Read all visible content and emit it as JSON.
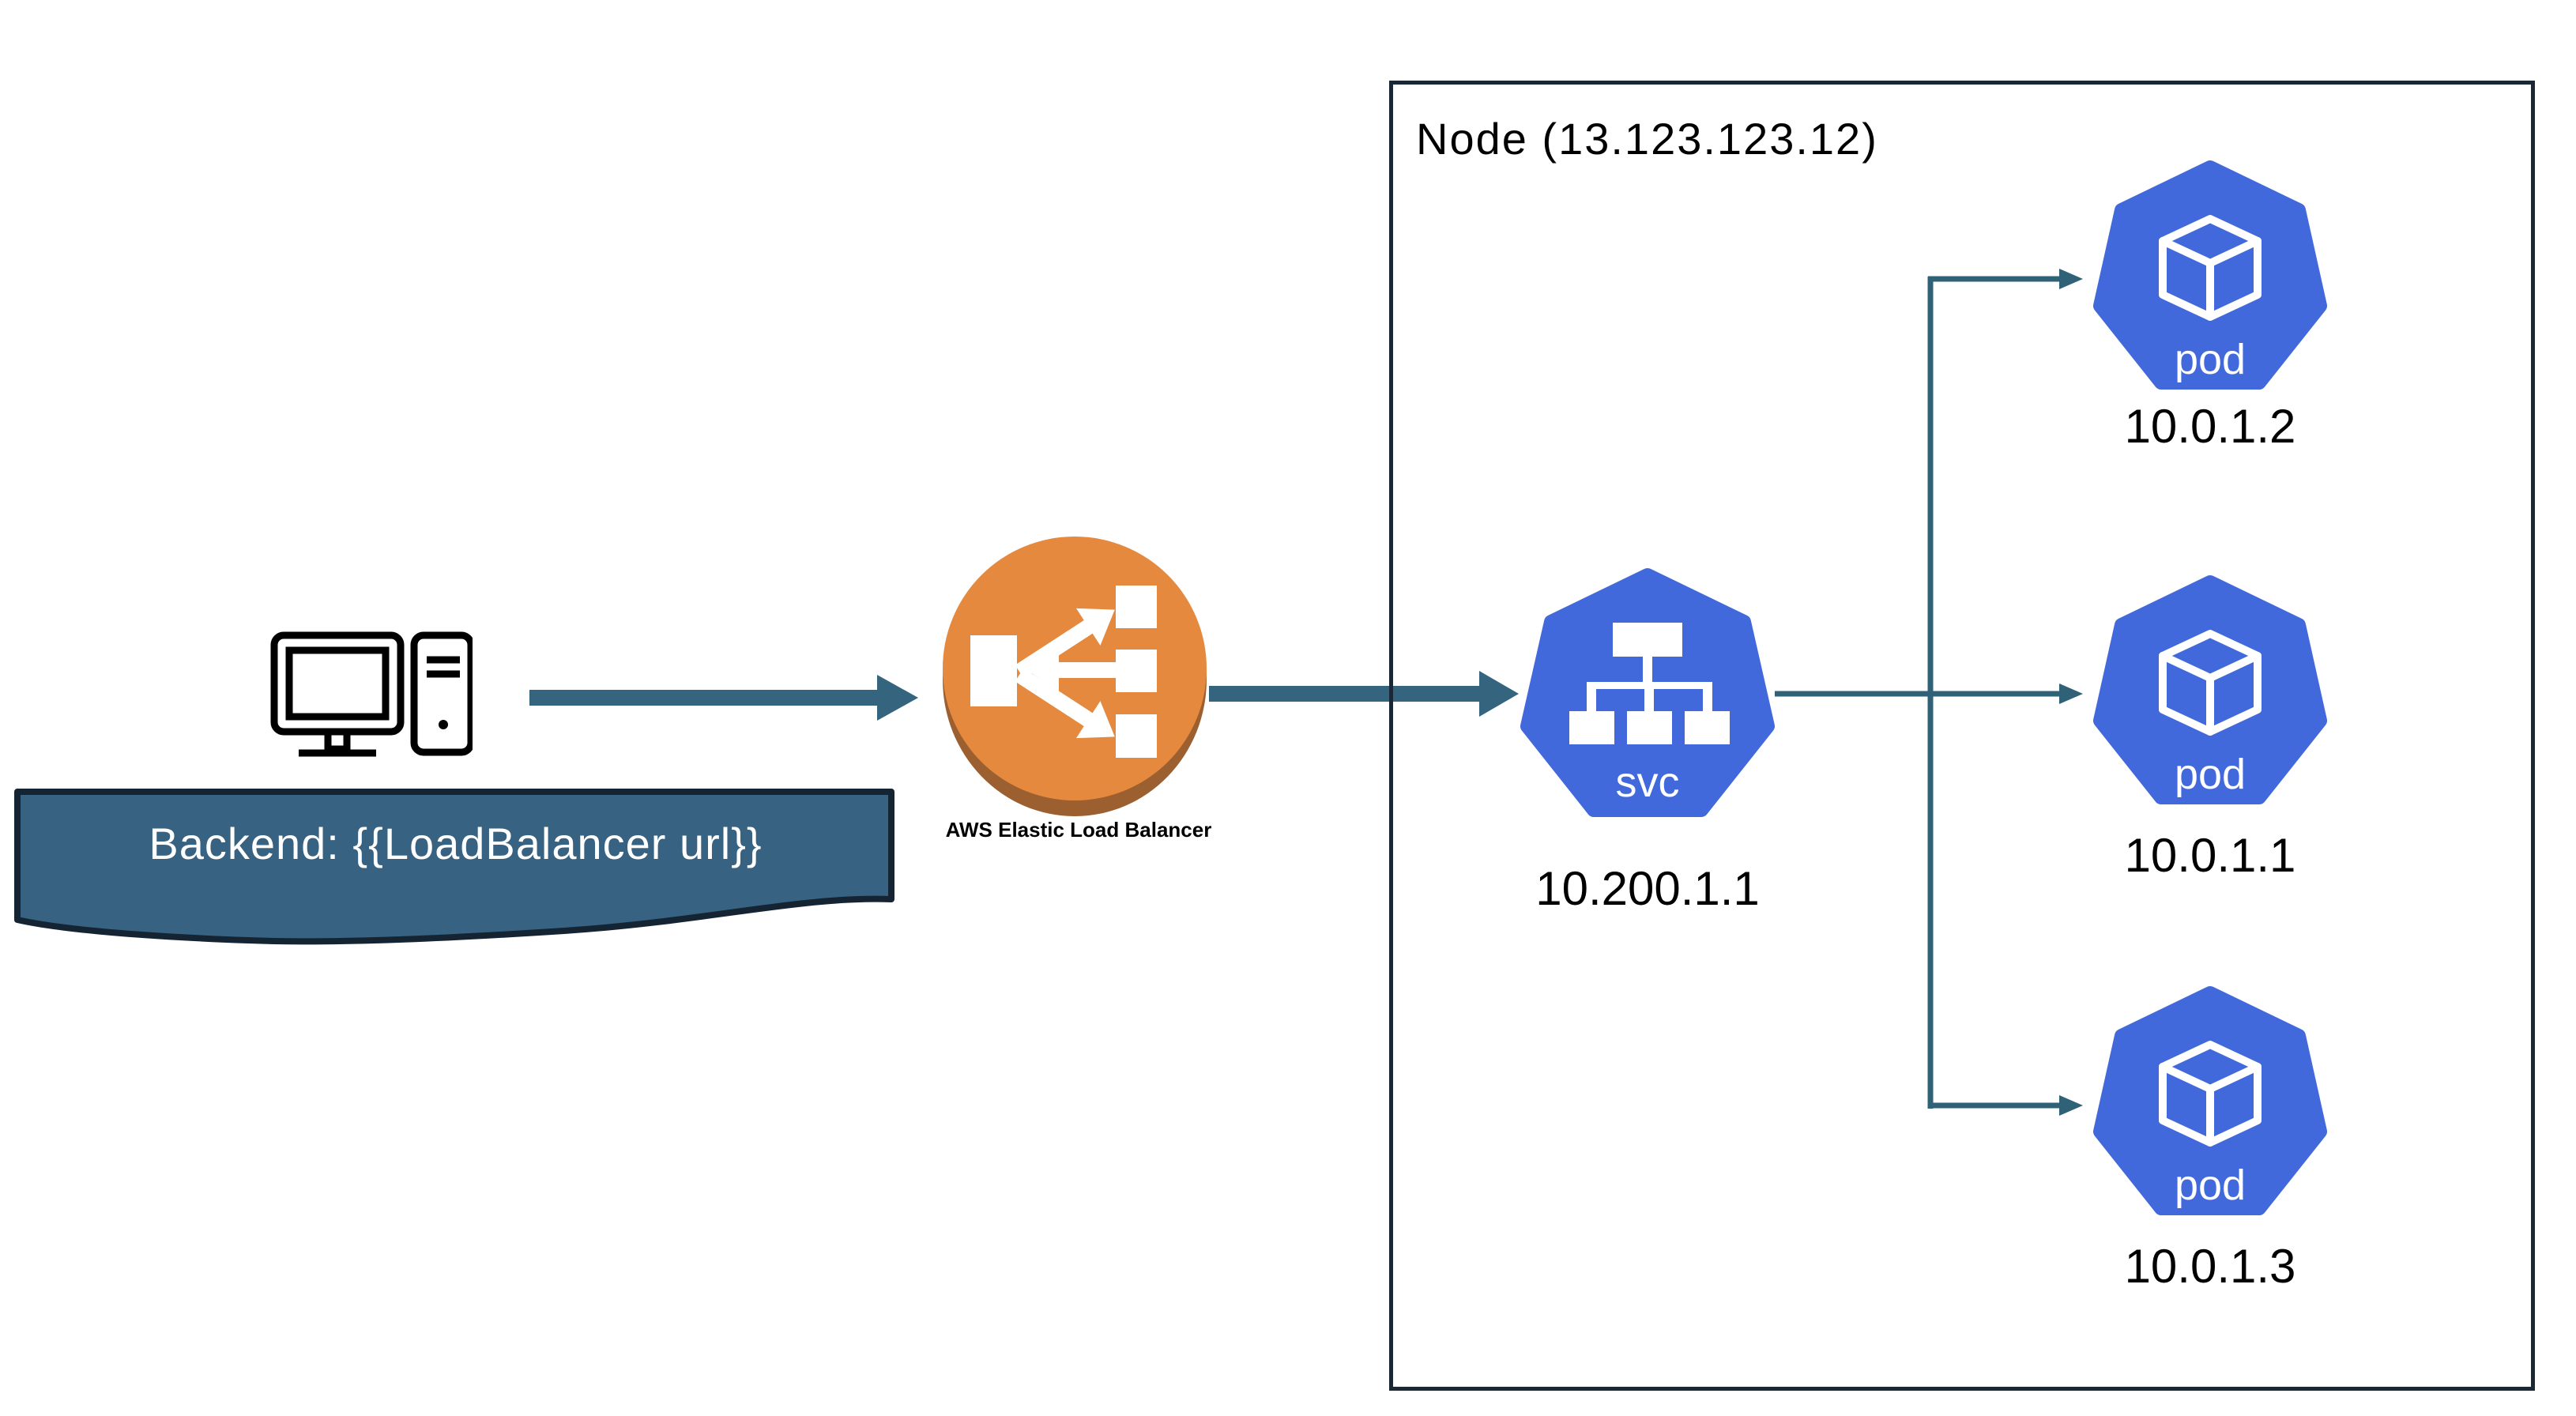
{
  "backend_banner": {
    "text": "Backend: {{LoadBalancer url}}"
  },
  "load_balancer": {
    "label": "AWS Elastic Load Balancer"
  },
  "node": {
    "title": "Node (13.123.123.12)",
    "service": {
      "icon_text": "svc",
      "ip": "10.200.1.1"
    },
    "pods": [
      {
        "icon_text": "pod",
        "ip": "10.0.1.2"
      },
      {
        "icon_text": "pod",
        "ip": "10.0.1.1"
      },
      {
        "icon_text": "pod",
        "ip": "10.0.1.3"
      }
    ]
  },
  "colors": {
    "kubernetes_blue": "#4169DC",
    "aws_orange": "#E5893F",
    "aws_orange_shadow": "#9C5F2F",
    "arrow_teal": "#35647E",
    "connector_teal": "#2F6177",
    "banner_fill": "#386281",
    "banner_border": "#142433",
    "node_border": "#1A2836",
    "icon_black": "#000000"
  }
}
